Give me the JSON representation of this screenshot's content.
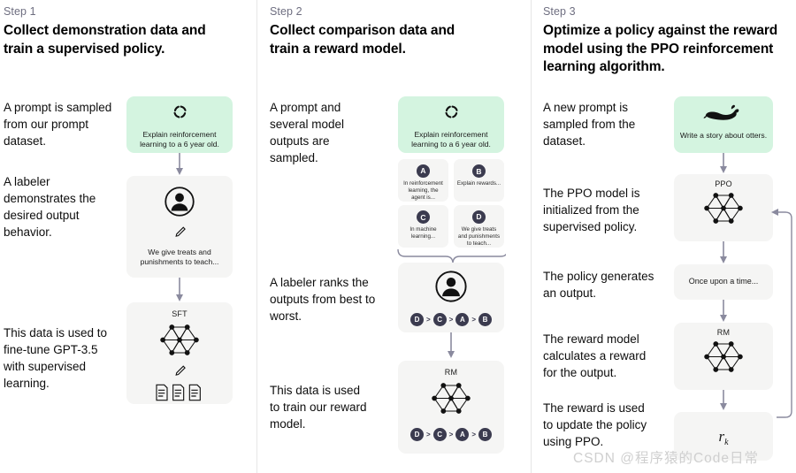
{
  "columns": [
    {
      "step_label": "Step 1",
      "title": "Collect demonstration data and train a supervised policy.",
      "descriptions": [
        "A prompt is sampled from our prompt dataset.",
        "A labeler demonstrates the desired output behavior.",
        "This data is used to fine-tune GPT-3.5 with supervised learning."
      ],
      "cards": [
        {
          "kind": "prompt-green",
          "icon": "refresh-icon",
          "caption": "Explain reinforcement learning to a 6 year old."
        },
        {
          "kind": "labeler-grey",
          "icon": "person-circle-icon",
          "sub_icon": "pencil-icon",
          "caption": "We give treats and punishments to teach..."
        },
        {
          "kind": "model-grey",
          "title": "SFT",
          "icon": "neural-net-icon",
          "sub_icon": "pencil-icon",
          "docs_icon": "documents-icon"
        }
      ]
    },
    {
      "step_label": "Step 2",
      "title": "Collect comparison data and train a reward model.",
      "descriptions": [
        "A prompt and several model outputs are sampled.",
        "A labeler ranks the outputs from best to worst.",
        "This data is used to train our reward model."
      ],
      "cards": [
        {
          "kind": "prompt-green",
          "icon": "refresh-icon",
          "caption": "Explain reinforcement learning to a 6 year old."
        },
        {
          "kind": "labeler-grey",
          "icon": "person-circle-icon",
          "ranking": [
            "D",
            "C",
            "A",
            "B"
          ]
        },
        {
          "kind": "model-grey",
          "title": "RM",
          "icon": "neural-net-icon",
          "ranking": [
            "D",
            "C",
            "A",
            "B"
          ]
        }
      ],
      "outputs": [
        {
          "letter": "A",
          "text": "In reinforcement learning, the agent is..."
        },
        {
          "letter": "B",
          "text": "Explain rewards..."
        },
        {
          "letter": "C",
          "text": "In machine learning..."
        },
        {
          "letter": "D",
          "text": "We give treats and punishments to teach..."
        }
      ]
    },
    {
      "step_label": "Step 3",
      "title": "Optimize a policy against the reward model using the PPO reinforcement learning algorithm.",
      "descriptions": [
        "A new prompt is sampled from the dataset.",
        "The PPO model is initialized from the supervised policy.",
        "The policy generates an output.",
        "The reward model calculates a reward for the output.",
        "The reward is used to update the policy using PPO."
      ],
      "cards": [
        {
          "kind": "prompt-green",
          "icon": "otter-icon",
          "caption": "Write a story about otters."
        },
        {
          "kind": "model-grey",
          "title": "PPO",
          "icon": "neural-net-icon"
        },
        {
          "kind": "text-grey",
          "caption": "Once upon a time..."
        },
        {
          "kind": "model-grey",
          "title": "RM",
          "icon": "neural-net-icon"
        },
        {
          "kind": "reward-grey",
          "symbol": "r",
          "subscript": "k"
        }
      ]
    }
  ],
  "watermark": "CSDN @程序猿的Code日常",
  "colors": {
    "green_card": "#d4f4e0",
    "grey_card": "#f5f5f4",
    "badge": "#3b3b4f",
    "arrow": "#8a8a9e",
    "step_label": "#6e6e80",
    "divider": "#e6e6e6"
  }
}
